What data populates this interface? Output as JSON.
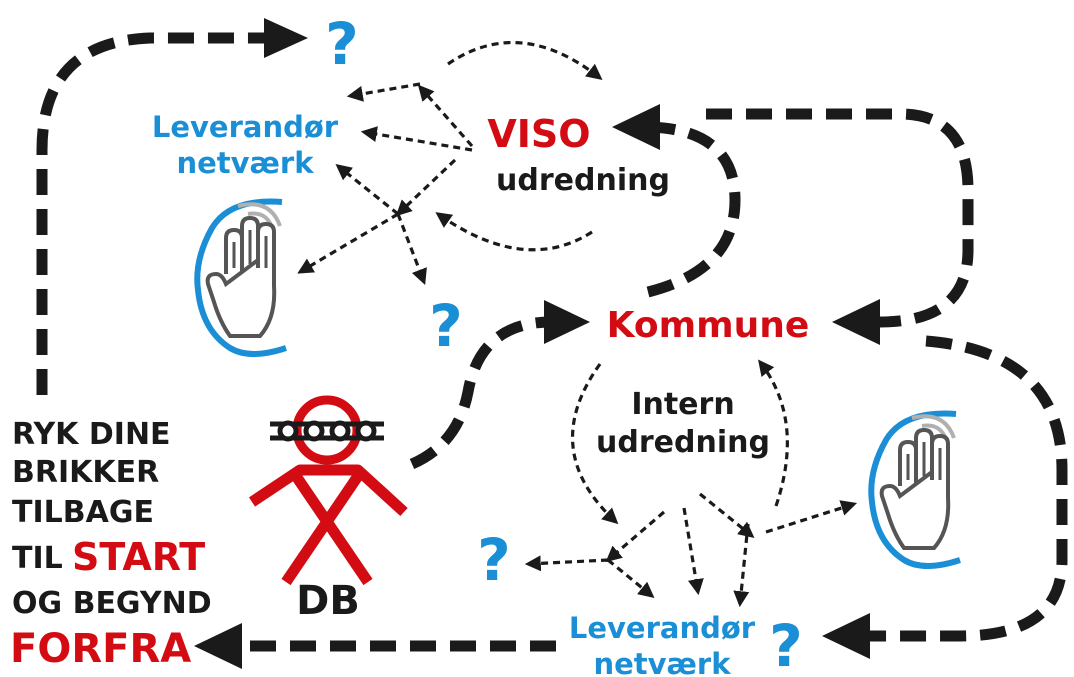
{
  "diagram": {
    "viso": {
      "title": "VISO",
      "subtitle": "udredning"
    },
    "supplier_network_top": {
      "line1": "Leverandør",
      "line2": "netværk"
    },
    "supplier_network_bottom": {
      "line1": "Leverandør",
      "line2": "netværk"
    },
    "kommune": "Kommune",
    "internal": {
      "line1": "Intern",
      "line2": "udredning"
    },
    "person_label": "DB",
    "question_mark": "?",
    "instruction": {
      "line1": "RYK DINE",
      "line2": "BRIKKER",
      "line3": "TILBAGE",
      "line4_prefix": "TIL",
      "line4_highlight": "START",
      "line5": "OG BEGYND",
      "line6": "FORFRA"
    },
    "colors": {
      "blue": "#1a8fd6",
      "red": "#d30c14",
      "black": "#1a1a1a",
      "gray": "#555555"
    },
    "icons": [
      "question-mark-icon",
      "tactile-hand-icon",
      "deafblind-person-icon"
    ]
  }
}
